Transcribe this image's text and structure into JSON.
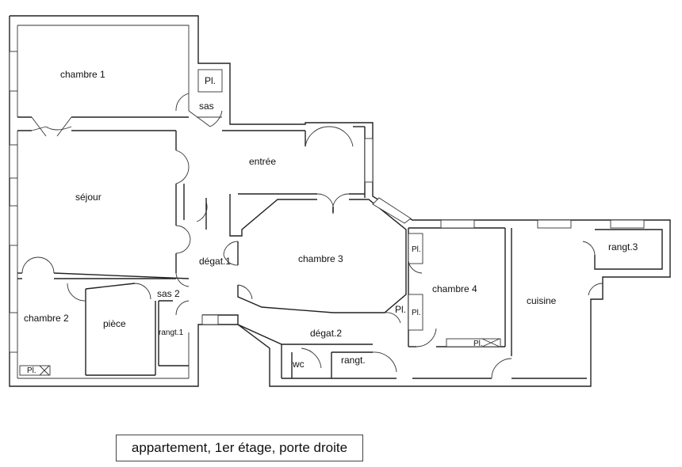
{
  "rooms": {
    "chambre1": "chambre 1",
    "placard_top": "Pl.",
    "sas": "sas",
    "entree": "entrée",
    "sejour": "séjour",
    "chambre3": "chambre 3",
    "degat1": "dégat.1",
    "sas2": "sas 2",
    "chambre2": "chambre 2",
    "piece": "pièce",
    "rangt1": "rangt.1",
    "placard_ch2": "Pl.",
    "placard_ch3": "Pl.",
    "degat2": "dégat.2",
    "wc": "wc",
    "rangt": "rangt.",
    "chambre4": "chambre 4",
    "placard_ch4_top": "Pl.",
    "placard_ch4_mid": "Pl.",
    "placard_ch4_bottom": "Pl.",
    "cuisine": "cuisine",
    "rangt3": "rangt.3"
  },
  "caption": "appartement, 1er étage, porte droite"
}
